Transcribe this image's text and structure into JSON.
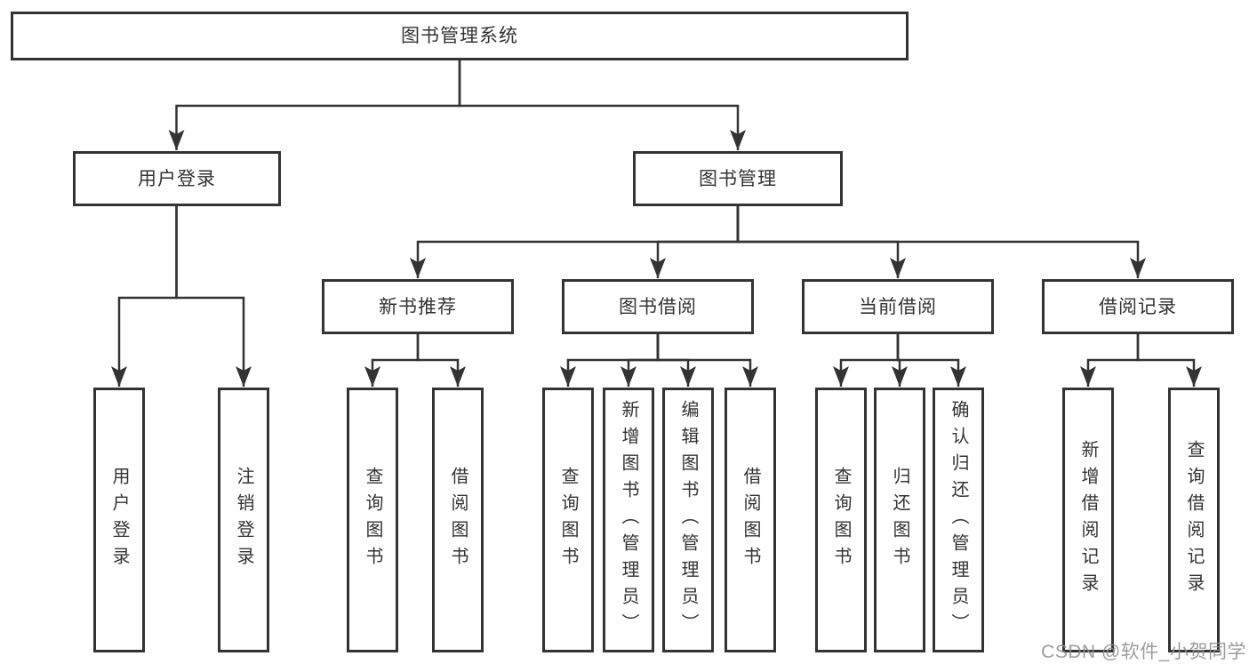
{
  "page": {
    "background": "#ffffff"
  },
  "colors": {
    "line": "#333333",
    "box_border": "#333333",
    "text": "#333333",
    "watermark": "#8f8f8f"
  },
  "watermark": "CSDN @软件_小贺同学",
  "nodes": {
    "root": "图书管理系统",
    "user_login": "用户登录",
    "book_management": "图书管理",
    "new_book_recommend": "新书推荐",
    "book_borrow": "图书借阅",
    "current_borrow": "当前借阅",
    "borrow_records": "借阅记录",
    "leaf_user_login": "用户登录",
    "leaf_logout": "注销登录",
    "leaf_recommend_query_book": "查询图书",
    "leaf_recommend_borrow_book": "借阅图书",
    "leaf_borrow_query_book": "查询图书",
    "leaf_borrow_add_book": "新增图书（管理员）",
    "leaf_borrow_edit_book": "编辑图书（管理员）",
    "leaf_borrow_borrow_book": "借阅图书",
    "leaf_current_query_book": "查询图书",
    "leaf_current_return_book": "归还图书",
    "leaf_current_confirm_return": "确认归还（管理员）",
    "leaf_records_add_record": "新增借阅记录",
    "leaf_records_query_record": "查询借阅记录"
  },
  "hierarchy": {
    "图书管理系统": {
      "用户登录": [
        "用户登录",
        "注销登录"
      ],
      "图书管理": {
        "新书推荐": [
          "查询图书",
          "借阅图书"
        ],
        "图书借阅": [
          "查询图书",
          "新增图书（管理员）",
          "编辑图书（管理员）",
          "借阅图书"
        ],
        "当前借阅": [
          "查询图书",
          "归还图书",
          "确认归还（管理员）"
        ],
        "借阅记录": [
          "新增借阅记录",
          "查询借阅记录"
        ]
      }
    }
  }
}
